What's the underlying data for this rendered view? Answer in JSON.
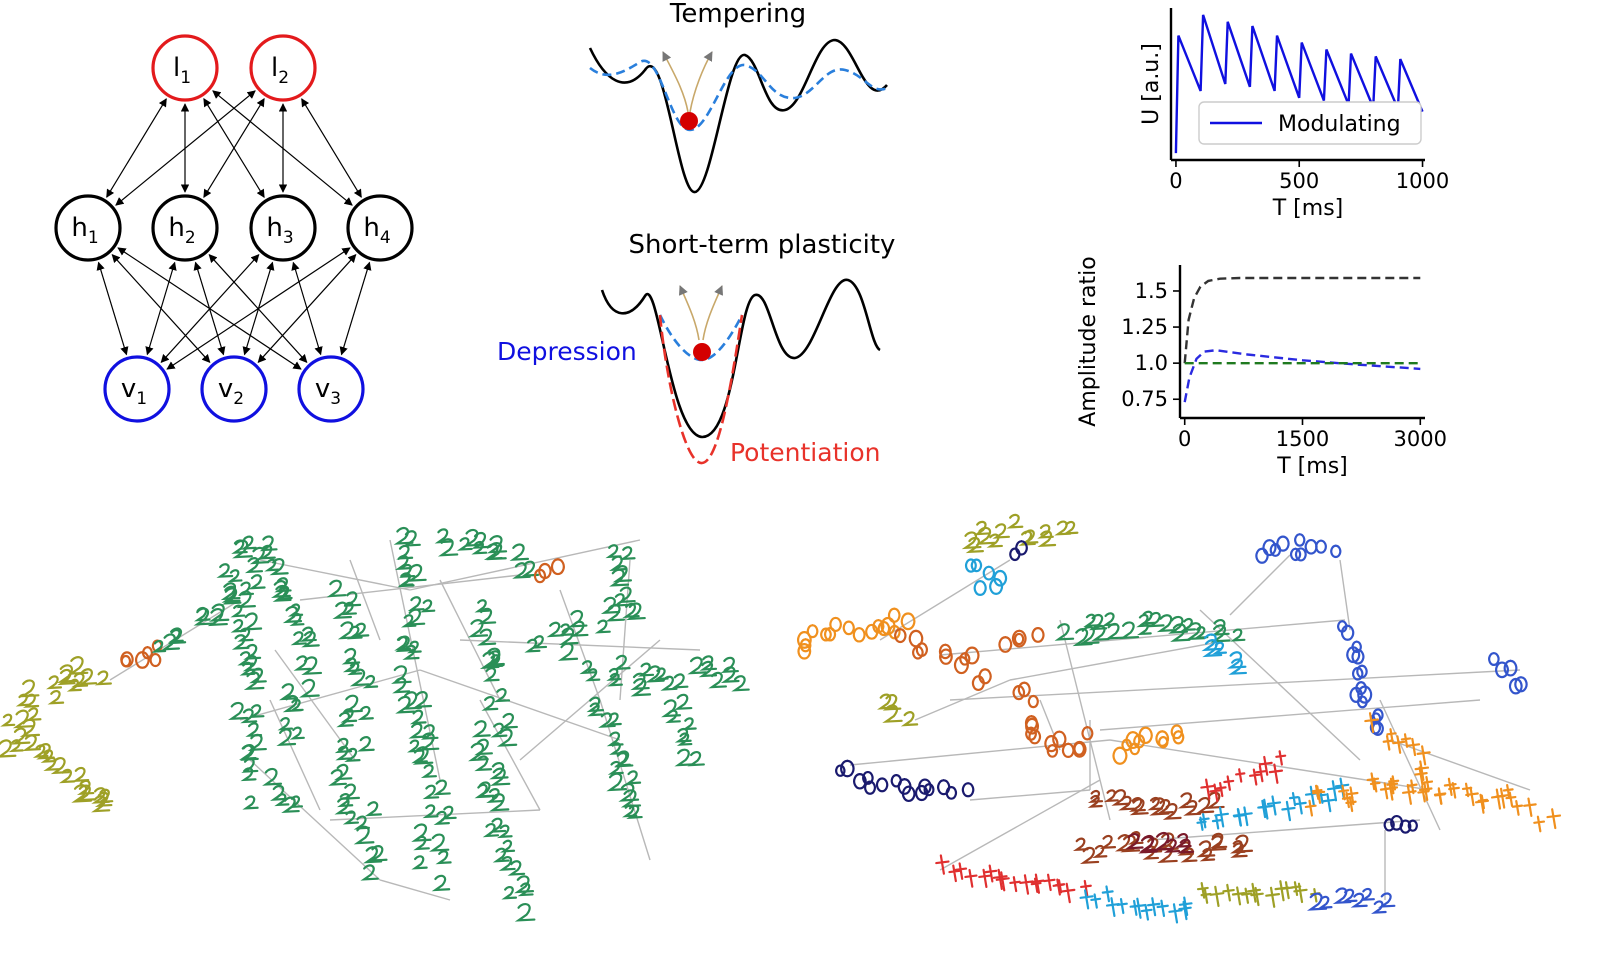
{
  "network": {
    "label_nodes": [
      {
        "main": "l",
        "sub": "1"
      },
      {
        "main": "l",
        "sub": "2"
      }
    ],
    "hidden_nodes": [
      {
        "main": "h",
        "sub": "1"
      },
      {
        "main": "h",
        "sub": "2"
      },
      {
        "main": "h",
        "sub": "3"
      },
      {
        "main": "h",
        "sub": "4"
      }
    ],
    "visible_nodes": [
      {
        "main": "v",
        "sub": "1"
      },
      {
        "main": "v",
        "sub": "2"
      },
      {
        "main": "v",
        "sub": "3"
      }
    ],
    "colors": {
      "label": "#e31a1c",
      "hidden": "#000000",
      "visible": "#1010e0"
    }
  },
  "landscape": {
    "tempering_title": "Tempering",
    "stp_title": "Short-term plasticity",
    "depression_label": "Depression",
    "potentiation_label": "Potentiation",
    "colors": {
      "depression": "#1010e0",
      "potentiation": "#e8322a",
      "ball": "#d40000",
      "dashed": "#2a7fdc"
    }
  },
  "chart_data": [
    {
      "type": "line",
      "xlabel": "T [ms]",
      "ylabel": "U [a.u.]",
      "xticks": [
        "0",
        "500",
        "1000"
      ],
      "xlim": [
        -20,
        1010
      ],
      "legend": "Modulating",
      "legend_position": "lower-right",
      "series": [
        {
          "name": "Modulating",
          "color": "#1010e0",
          "x": [
            0,
            10,
            100,
            110,
            200,
            210,
            300,
            310,
            400,
            410,
            500,
            510,
            600,
            610,
            700,
            710,
            800,
            810,
            900,
            910,
            1000
          ],
          "y": [
            0.0,
            0.85,
            0.45,
            1.0,
            0.5,
            0.95,
            0.48,
            0.92,
            0.45,
            0.85,
            0.4,
            0.8,
            0.38,
            0.75,
            0.35,
            0.72,
            0.33,
            0.7,
            0.32,
            0.68,
            0.3
          ]
        }
      ]
    },
    {
      "type": "line",
      "xlabel": "T [ms]",
      "ylabel": "Amplitude ratio",
      "xticks": [
        "0",
        "1500",
        "3000"
      ],
      "yticks": [
        "0.75",
        "1.0",
        "1.25",
        "1.5"
      ],
      "xlim": [
        -60,
        3060
      ],
      "ylim": [
        0.62,
        1.68
      ],
      "series": [
        {
          "color": "#333333",
          "x": [
            0,
            50,
            120,
            200,
            300,
            450,
            700,
            1200,
            3000
          ],
          "y": [
            1.0,
            1.3,
            1.45,
            1.53,
            1.57,
            1.585,
            1.59,
            1.59,
            1.59
          ]
        },
        {
          "color": "#2a2ae0",
          "x": [
            0,
            60,
            150,
            250,
            400,
            800,
            1500,
            2200,
            3000
          ],
          "y": [
            0.73,
            0.9,
            1.03,
            1.08,
            1.09,
            1.06,
            1.02,
            0.99,
            0.96
          ]
        },
        {
          "color": "#1f7a1f",
          "x": [
            0,
            3000
          ],
          "y": [
            1.0,
            1.0
          ]
        }
      ]
    }
  ],
  "embeddings": {
    "left_colors": [
      "#2a8f57",
      "#9ea026",
      "#d06020"
    ],
    "right_colors": [
      "#2a8f57",
      "#9ea026",
      "#d06020",
      "#3355cc",
      "#20a0d8",
      "#f0901e",
      "#1a1a6e",
      "#7a1a2a",
      "#e03030",
      "#9a4020"
    ]
  }
}
